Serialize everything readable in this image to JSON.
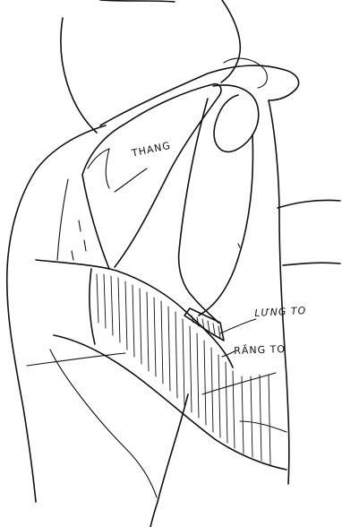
{
  "figure": {
    "labels": {
      "thang": "THANG",
      "lung_to": "LƯNG TO",
      "rang_to": "RĂNG TO"
    },
    "colors": {
      "ink": "#111111",
      "background": "#ffffff"
    }
  }
}
